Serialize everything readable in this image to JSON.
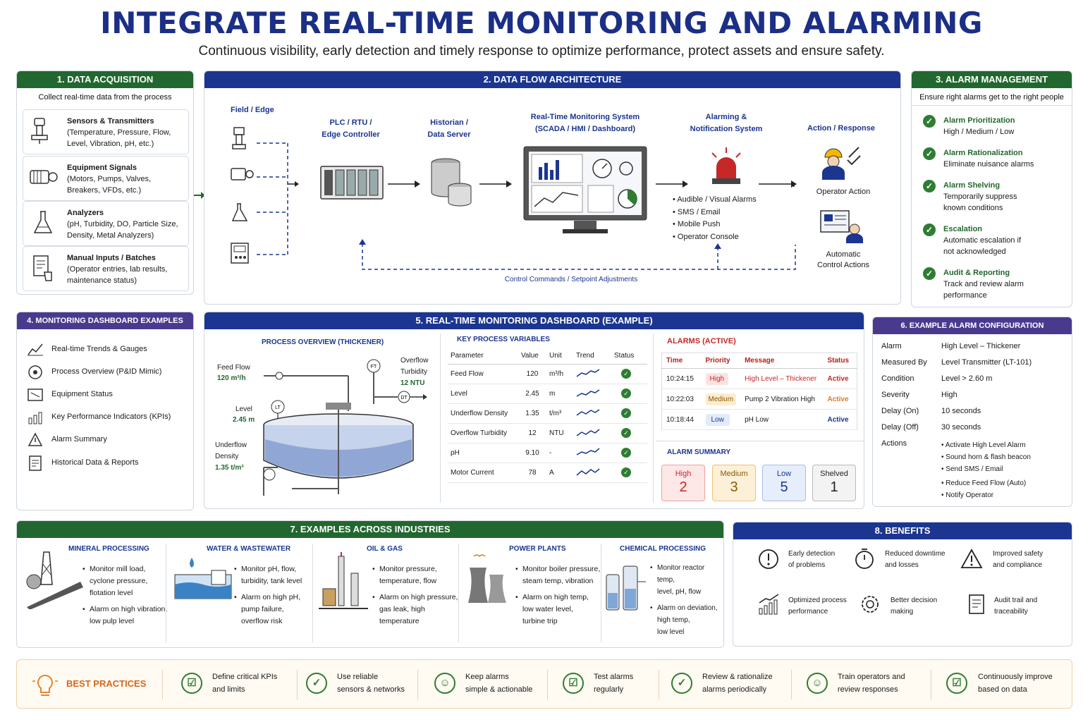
{
  "title": "INTEGRATE REAL-TIME MONITORING AND ALARMING",
  "subtitle": "Continuous visibility, early detection and timely response to optimize performance, protect assets and ensure safety.",
  "p1": {
    "header": "1. DATA ACQUISITION",
    "sub": "Collect real-time data from the process",
    "items": [
      {
        "title": "Sensors & Transmitters",
        "l1": "(Temperature, Pressure, Flow,",
        "l2": "Level, Vibration, pH, etc.)"
      },
      {
        "title": "Equipment Signals",
        "l1": "(Motors, Pumps, Valves,",
        "l2": "Breakers, VFDs, etc.)"
      },
      {
        "title": "Analyzers",
        "l1": "(pH, Turbidity, DO, Particle Size,",
        "l2": "Density, Metal Analyzers)"
      },
      {
        "title": "Manual Inputs / Batches",
        "l1": "(Operator entries, lab results,",
        "l2": "maintenance status)"
      }
    ]
  },
  "p2": {
    "header": "2. DATA FLOW ARCHITECTURE",
    "field": "Field / Edge",
    "plc1": "PLC / RTU /",
    "plc2": "Edge Controller",
    "hist1": "Historian /",
    "hist2": "Data Server",
    "rt1": "Real-Time Monitoring System",
    "rt2": "(SCADA / HMI / Dashboard)",
    "al1": "Alarming &",
    "al2": "Notification System",
    "act": "Action / Response",
    "alarm_list": [
      "Audible / Visual Alarms",
      "SMS / Email",
      "Mobile Push",
      "Operator Console"
    ],
    "op": "Operator Action",
    "auto1": "Automatic",
    "auto2": "Control Actions",
    "ctrl": "Control Commands / Setpoint Adjustments"
  },
  "p3": {
    "header": "3. ALARM MANAGEMENT",
    "sub": "Ensure right alarms get to the right people",
    "items": [
      {
        "t": "Alarm Prioritization",
        "d1": "High / Medium / Low",
        "d2": ""
      },
      {
        "t": "Alarm Rationalization",
        "d1": "Eliminate nuisance alarms",
        "d2": ""
      },
      {
        "t": "Alarm Shelving",
        "d1": "Temporarily suppress",
        "d2": "known conditions"
      },
      {
        "t": "Escalation",
        "d1": "Automatic escalation if",
        "d2": "not acknowledged"
      },
      {
        "t": "Audit & Reporting",
        "d1": "Track and review alarm",
        "d2": "performance"
      }
    ]
  },
  "p4": {
    "header": "4. MONITORING DASHBOARD EXAMPLES",
    "items": [
      "Real-time Trends & Gauges",
      "Process Overview (P&ID Mimic)",
      "Equipment Status",
      "Key Performance Indicators (KPIs)",
      "Alarm Summary",
      "Historical Data & Reports"
    ]
  },
  "p5": {
    "header": "5. REAL-TIME MONITORING DASHBOARD (EXAMPLE)",
    "po_title": "PROCESS OVERVIEW (THICKENER)",
    "feed_l": "Feed Flow",
    "feed_v": "120 m³/h",
    "ovf_l1": "Overflow",
    "ovf_l2": "Turbidity",
    "ovf_v": "12 NTU",
    "lvl_l": "Level",
    "lvl_v": "2.45 m",
    "uf_l1": "Underflow",
    "uf_l2": "Density",
    "uf_v": "1.35 t/m³",
    "ft": "FT",
    "lt": "LT",
    "dt": "DT",
    "kpv_title": "KEY PROCESS VARIABLES",
    "kpv_head": [
      "Parameter",
      "Value",
      "Unit",
      "Trend",
      "Status"
    ],
    "kpv_rows": [
      {
        "p": "Feed Flow",
        "v": "120",
        "u": "m³/h"
      },
      {
        "p": "Level",
        "v": "2.45",
        "u": "m"
      },
      {
        "p": "Underflow Density",
        "v": "1.35",
        "u": "t/m³"
      },
      {
        "p": "Overflow Turbidity",
        "v": "12",
        "u": "NTU"
      },
      {
        "p": "pH",
        "v": "9.10",
        "u": "-"
      },
      {
        "p": "Motor Current",
        "v": "78",
        "u": "A"
      }
    ],
    "alarms_title": "ALARMS (ACTIVE)",
    "alarms_head": [
      "Time",
      "Priority",
      "Message",
      "Status"
    ],
    "alarms": [
      {
        "t": "10:24:15",
        "p": "High",
        "m": "High Level – Thickener",
        "s": "Active"
      },
      {
        "t": "10:22:03",
        "p": "Medium",
        "m": "Pump 2 Vibration High",
        "s": "Active"
      },
      {
        "t": "10:18:44",
        "p": "Low",
        "m": "pH Low",
        "s": "Active"
      }
    ],
    "sum_title": "ALARM SUMMARY",
    "sum": [
      {
        "l": "High",
        "v": "2"
      },
      {
        "l": "Medium",
        "v": "3"
      },
      {
        "l": "Low",
        "v": "5"
      },
      {
        "l": "Shelved",
        "v": "1"
      }
    ]
  },
  "p6": {
    "header": "6. EXAMPLE ALARM CONFIGURATION",
    "rows": [
      {
        "k": "Alarm",
        "v": "High Level – Thickener"
      },
      {
        "k": "Measured By",
        "v": "Level Transmitter (LT-101)"
      },
      {
        "k": "Condition",
        "v": "Level > 2.60 m"
      },
      {
        "k": "Severity",
        "v": "High"
      },
      {
        "k": "Delay (On)",
        "v": "10 seconds"
      },
      {
        "k": "Delay (Off)",
        "v": "30 seconds"
      }
    ],
    "actions_k": "Actions",
    "actions": [
      "Activate High Level Alarm",
      "Sound horn & flash beacon",
      "Send SMS / Email",
      "Reduce Feed Flow (Auto)",
      "Notify Operator"
    ]
  },
  "p7": {
    "header": "7. EXAMPLES ACROSS INDUSTRIES",
    "inds": [
      {
        "t": "MINERAL PROCESSING",
        "a": [
          "Monitor mill load,",
          "cyclone pressure,",
          "flotation level"
        ],
        "b": [
          "Alarm on high vibration,",
          "low pulp level"
        ]
      },
      {
        "t": "WATER & WASTEWATER",
        "a": [
          "Monitor pH, flow,",
          "turbidity, tank level"
        ],
        "b": [
          "Alarm on high pH,",
          "pump failure,",
          "overflow risk"
        ]
      },
      {
        "t": "OIL & GAS",
        "a": [
          "Monitor pressure,",
          "temperature, flow"
        ],
        "b": [
          "Alarm on high pressure,",
          "gas leak, high",
          "temperature"
        ]
      },
      {
        "t": "POWER PLANTS",
        "a": [
          "Monitor boiler pressure,",
          "steam temp, vibration"
        ],
        "b": [
          "Alarm on high temp,",
          "low water level,",
          "turbine trip"
        ]
      },
      {
        "t": "CHEMICAL PROCESSING",
        "a": [
          "Monitor reactor temp,",
          "level, pH, flow"
        ],
        "b": [
          "Alarm on deviation,",
          "high temp,",
          "low level"
        ]
      }
    ]
  },
  "p8": {
    "header": "8. BENEFITS",
    "items": [
      {
        "l1": "Early detection",
        "l2": "of problems"
      },
      {
        "l1": "Reduced downtime",
        "l2": "and losses"
      },
      {
        "l1": "Improved safety",
        "l2": "and compliance"
      },
      {
        "l1": "Optimized process",
        "l2": "performance"
      },
      {
        "l1": "Better decision",
        "l2": "making"
      },
      {
        "l1": "Audit trail and",
        "l2": "traceability"
      }
    ]
  },
  "bp": {
    "title": "BEST PRACTICES",
    "items": [
      {
        "l1": "Define critical KPIs",
        "l2": "and limits"
      },
      {
        "l1": "Use reliable",
        "l2": "sensors & networks"
      },
      {
        "l1": "Keep alarms",
        "l2": "simple & actionable"
      },
      {
        "l1": "Test alarms",
        "l2": "regularly"
      },
      {
        "l1": "Review & rationalize",
        "l2": "alarms periodically"
      },
      {
        "l1": "Train operators and",
        "l2": "review responses"
      },
      {
        "l1": "Continuously improve",
        "l2": "based on data"
      }
    ]
  },
  "colors": {
    "navy": "#1b2f86",
    "green": "#22672f",
    "purple": "#4a3a8e",
    "red": "#c62828",
    "orange": "#e07a1f"
  }
}
